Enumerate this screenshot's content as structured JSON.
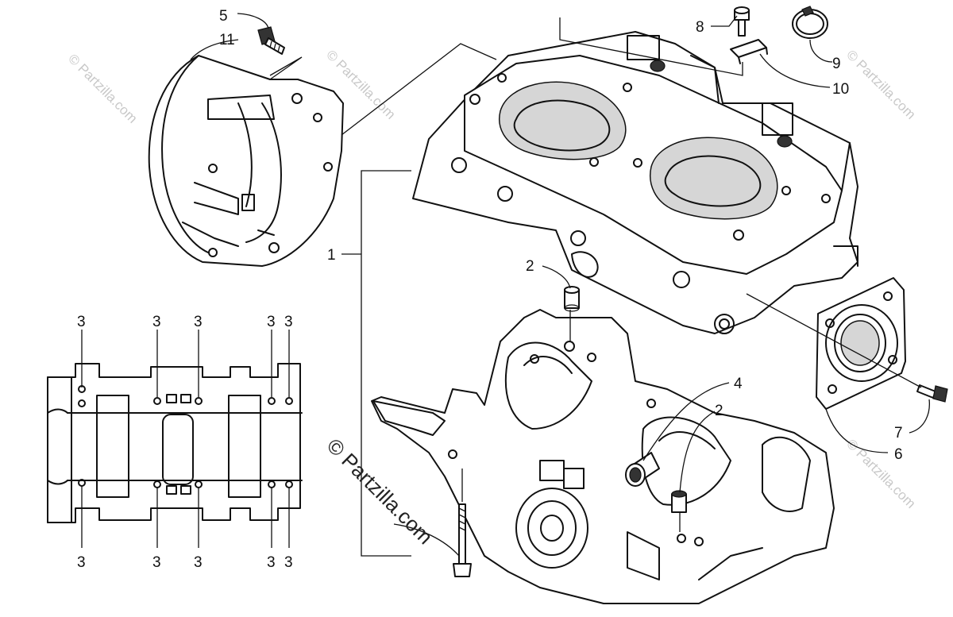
{
  "diagram": {
    "watermark_main": "© Partzilla.com",
    "watermark_faint": "© Partzilla.com",
    "callouts": {
      "c1": "1",
      "c2a": "2",
      "c2b": "2",
      "c3": "3",
      "c4": "4",
      "c5": "5",
      "c6": "6",
      "c7": "7",
      "c8": "8",
      "c9": "9",
      "c10": "10",
      "c11": "11"
    }
  }
}
